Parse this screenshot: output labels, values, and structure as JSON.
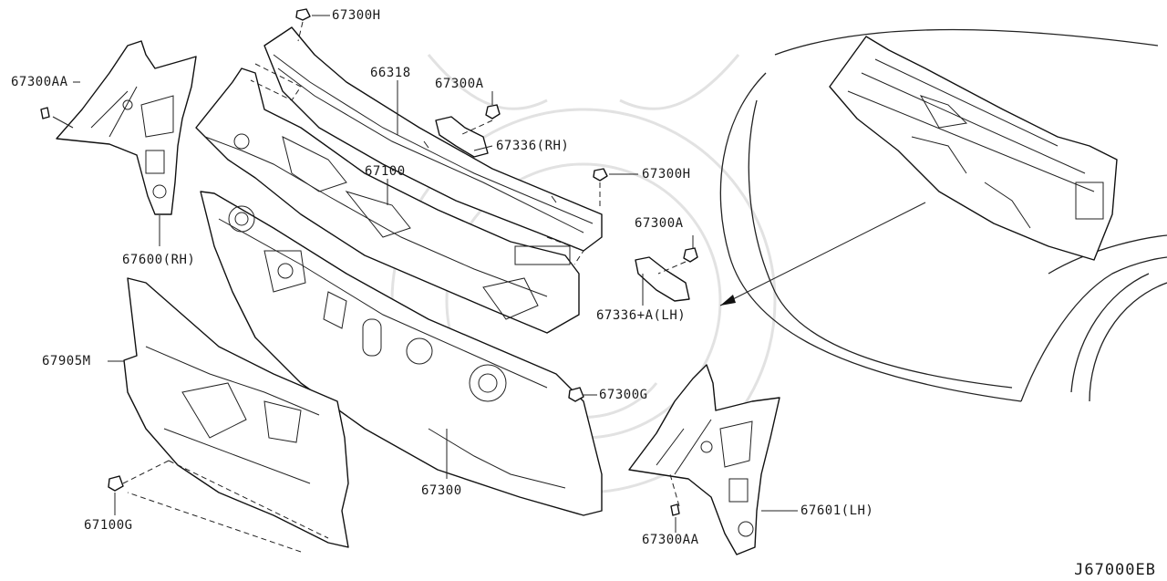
{
  "diagram": {
    "drawing_code": "J67000EB",
    "callouts": [
      {
        "id": "c1",
        "text": "67300H"
      },
      {
        "id": "c2",
        "text": "67300AA"
      },
      {
        "id": "c3",
        "text": "66318"
      },
      {
        "id": "c4",
        "text": "67300A"
      },
      {
        "id": "c5",
        "text": "67336(RH)"
      },
      {
        "id": "c6",
        "text": "67100"
      },
      {
        "id": "c7",
        "text": "67300H"
      },
      {
        "id": "c8",
        "text": "67300A"
      },
      {
        "id": "c9",
        "text": "67600(RH)"
      },
      {
        "id": "c10",
        "text": "67336+A(LH)"
      },
      {
        "id": "c11",
        "text": "67905M"
      },
      {
        "id": "c12",
        "text": "67300G"
      },
      {
        "id": "c13",
        "text": "67300"
      },
      {
        "id": "c14",
        "text": "67601(LH)"
      },
      {
        "id": "c15",
        "text": "67100G"
      },
      {
        "id": "c16",
        "text": "67300AA"
      }
    ]
  }
}
